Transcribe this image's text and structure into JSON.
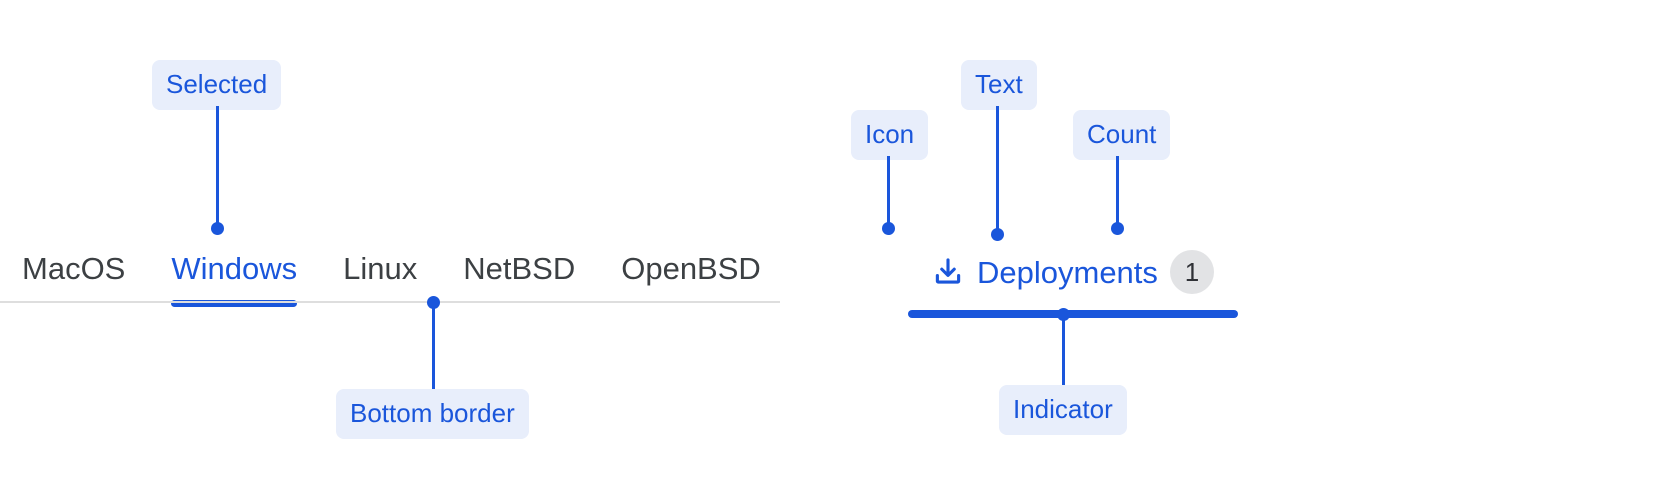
{
  "left_panel": {
    "tabs": [
      {
        "label": "MacOS",
        "selected": false
      },
      {
        "label": "Windows",
        "selected": true
      },
      {
        "label": "Linux",
        "selected": false
      },
      {
        "label": "NetBSD",
        "selected": false
      },
      {
        "label": "OpenBSD",
        "selected": false
      }
    ],
    "annotations": [
      {
        "label": "Selected"
      },
      {
        "label": "Bottom border"
      }
    ]
  },
  "right_panel": {
    "tab": {
      "icon": "download-icon",
      "text": "Deployments",
      "count": "1",
      "selected": true
    },
    "annotations": [
      {
        "label": "Icon"
      },
      {
        "label": "Text"
      },
      {
        "label": "Count"
      },
      {
        "label": "Indicator"
      }
    ]
  },
  "colors": {
    "accent": "#1A56DB",
    "callout_bg": "#E8EEFB",
    "tab_text": "#3C4043",
    "border": "#DEDEDE",
    "badge_bg": "#E2E3E5",
    "badge_text": "#2F3136"
  }
}
